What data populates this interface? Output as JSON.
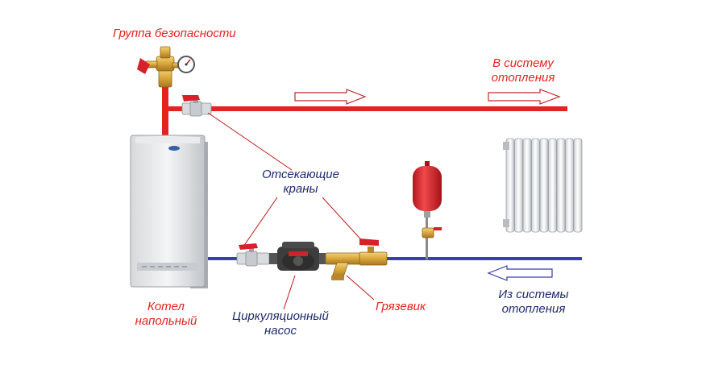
{
  "labels": {
    "safety_group": "Группа безопасности",
    "to_system_1": "В систему",
    "to_system_2": "отопления",
    "shutoff_1": "Отсекающие",
    "shutoff_2": "краны",
    "boiler_1": "Котел",
    "boiler_2": "напольный",
    "pump_1": "Циркуляционный",
    "pump_2": "насос",
    "strainer": "Грязевик",
    "from_system_1": "Из системы",
    "from_system_2": "отопления"
  },
  "colors": {
    "supply_pipe": "#e3231f",
    "return_pipe": "#3a3fae",
    "label_red": "#e3231f",
    "label_blue": "#1f2a6b",
    "brass": "#d9a63a",
    "valve_handle": "#d8202a",
    "tank": "#d9262b",
    "pump": "#444444"
  },
  "icons": [
    "safety-group-icon",
    "pressure-gauge-icon",
    "ball-valve-icon",
    "boiler-icon",
    "circulation-pump-icon",
    "strainer-icon",
    "expansion-tank-icon",
    "radiator-icon",
    "flow-arrow-icon"
  ]
}
